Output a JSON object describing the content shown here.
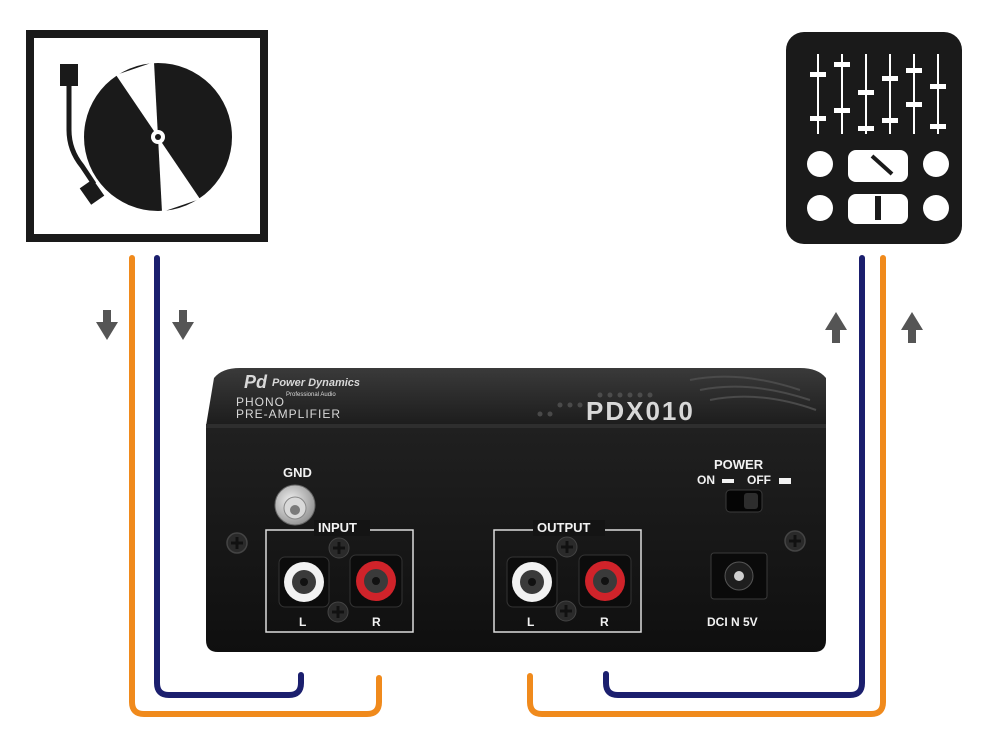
{
  "device": {
    "brand": "Power Dynamics",
    "brand_sub": "Professional Audio",
    "title_line1": "PHONO",
    "title_line2": "PRE-AMPLIFIER",
    "model": "PDX010",
    "panel": {
      "gnd_label": "GND",
      "input_label": "INPUT",
      "output_label": "OUTPUT",
      "left_label": "L",
      "right_label": "R",
      "power_label": "POWER",
      "on_label": "ON",
      "off_label": "OFF",
      "dc_label": "DCI N 5V"
    }
  },
  "icons": {
    "source": "turntable-icon",
    "destination": "mixer-icon",
    "flow_in": "arrow-down-icon",
    "flow_out": "arrow-up-icon"
  },
  "colors": {
    "cable_orange": "#f08a1c",
    "cable_navy": "#1b1f6e",
    "arrow_gray": "#555555",
    "device_body": "#1a1a1a",
    "rca_red": "#d0232a",
    "rca_white": "#f2f2f2"
  }
}
